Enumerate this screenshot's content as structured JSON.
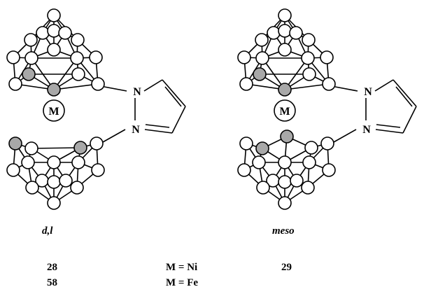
{
  "structures": [
    {
      "id": "dl",
      "isomer_label": "d,l",
      "metal_symbol": "M",
      "pyrazole_atoms": [
        "N",
        "N"
      ]
    },
    {
      "id": "meso",
      "isomer_label": "meso",
      "metal_symbol": "M",
      "pyrazole_atoms": [
        "N",
        "N"
      ]
    }
  ],
  "compounds": [
    {
      "dl_number": "28",
      "formula": "M = Ni",
      "meso_number": "29"
    },
    {
      "dl_number": "58",
      "formula": "M = Fe",
      "meso_number": ""
    }
  ],
  "colors": {
    "line": "#000000",
    "carbon_fill": "#a8a8a8",
    "boron_fill": "#ffffff"
  }
}
